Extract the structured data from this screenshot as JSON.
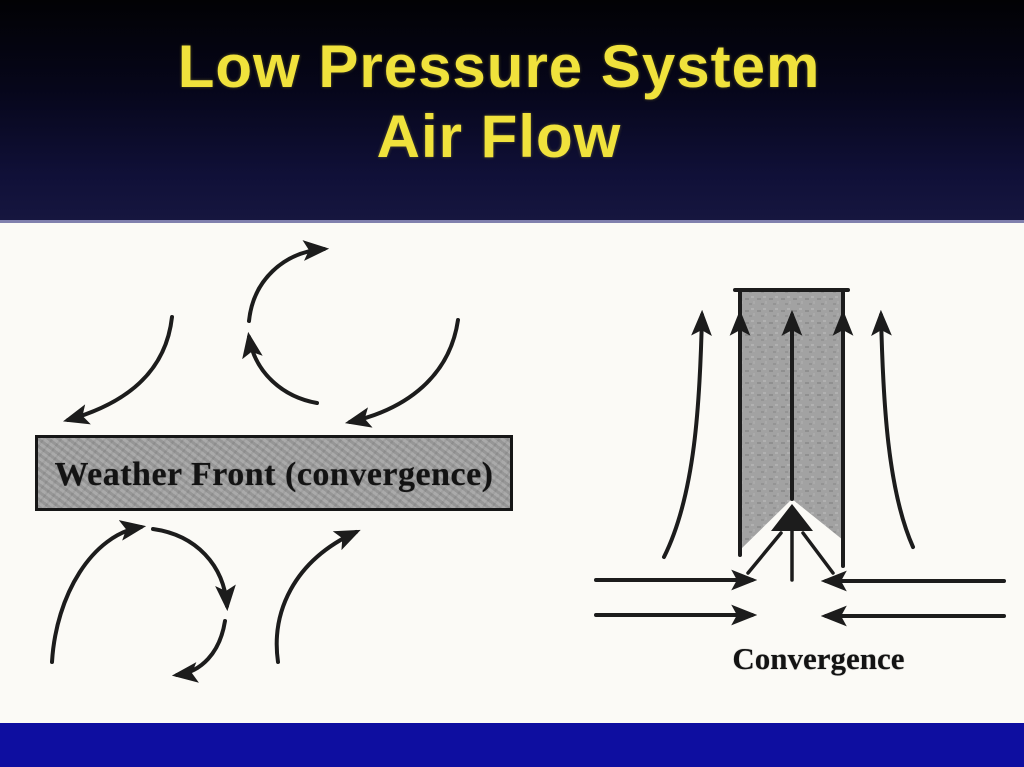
{
  "slide": {
    "title": {
      "line1": "Low Pressure System",
      "line2": "Air Flow"
    },
    "colors": {
      "title_text": "#f0e23c",
      "header_gradient_top": "#020204",
      "header_gradient_bottom": "#16163f",
      "header_divider": "#8080ad",
      "panel_background": "#fbfaf6",
      "footer_bar": "#0e0ea0",
      "diagram_ink": "#1c1c1c",
      "front_box_fill": "#a4a4a4"
    }
  },
  "left_diagram": {
    "name": "surface-cyclonic-circulation",
    "front_label": "Weather Front (convergence)",
    "arrow_icons": [
      "inflow-arc-arrow-upper-left",
      "rotation-arc-arrow-top",
      "rotation-arc-arrow-left",
      "inflow-arc-arrow-upper-right",
      "circulation-loop-arrow-lower-left",
      "inflow-arc-arrow-lower-right"
    ]
  },
  "right_diagram": {
    "name": "convergence-updraft-column",
    "label": "Convergence",
    "arrow_icons": [
      "updraft-arrow-outer-left",
      "updraft-arrow-column-left",
      "updraft-arrow-column-center",
      "updraft-arrow-column-right",
      "updraft-arrow-outer-right",
      "convergence-apex-arrow",
      "inflow-arrow-left-upper",
      "inflow-arrow-left-lower",
      "inflow-arrow-right-upper",
      "inflow-arrow-right-lower"
    ]
  }
}
